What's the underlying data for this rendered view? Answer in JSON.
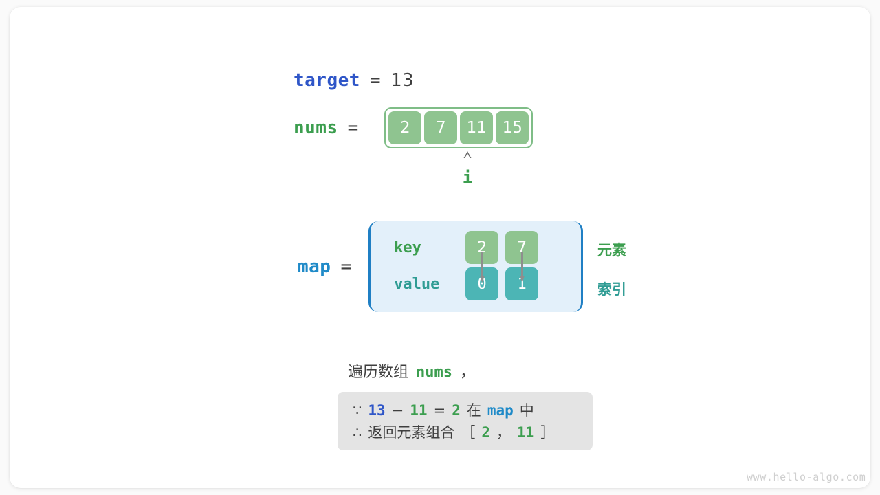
{
  "target": {
    "label": "target",
    "equals": "=",
    "value": "13"
  },
  "nums": {
    "label": "nums",
    "equals": "=",
    "cells": [
      "2",
      "7",
      "11",
      "15"
    ]
  },
  "pointer": {
    "caret": "⌃",
    "label": "i",
    "index": 2
  },
  "map": {
    "label": "map",
    "equals": "=",
    "key_label": "key",
    "value_label": "value",
    "entries": [
      {
        "key": "2",
        "value": "0"
      },
      {
        "key": "7",
        "value": "1"
      }
    ],
    "legend_element": "元素",
    "legend_index": "索引"
  },
  "caption": {
    "prefix": "遍历数组",
    "code": "nums",
    "suffix": "，"
  },
  "conclusion": {
    "line1": {
      "sym": "∵",
      "a": "13",
      "op": "−",
      "b": "11",
      "eq": "=",
      "c": "2",
      "mid": "在",
      "map": "map",
      "tail": "中"
    },
    "line2": {
      "sym": "∴",
      "text": "返回元素组合",
      "lbracket": "［",
      "v1": "2",
      "comma": "，",
      "v2": "11",
      "rbracket": "］"
    }
  },
  "watermark": "www.hello-algo.com",
  "colors": {
    "blue_bold": "#2f56c8",
    "light_blue": "#1f8ac8",
    "green": "#3c9e4f",
    "teal": "#2f9c94",
    "cell_green": "#8fc490",
    "cell_teal": "#4cb5b5",
    "map_bg": "#e3f0fa",
    "map_border": "#1f7fc4",
    "box_bg": "#e4e4e4",
    "text": "#3f3f3f"
  }
}
